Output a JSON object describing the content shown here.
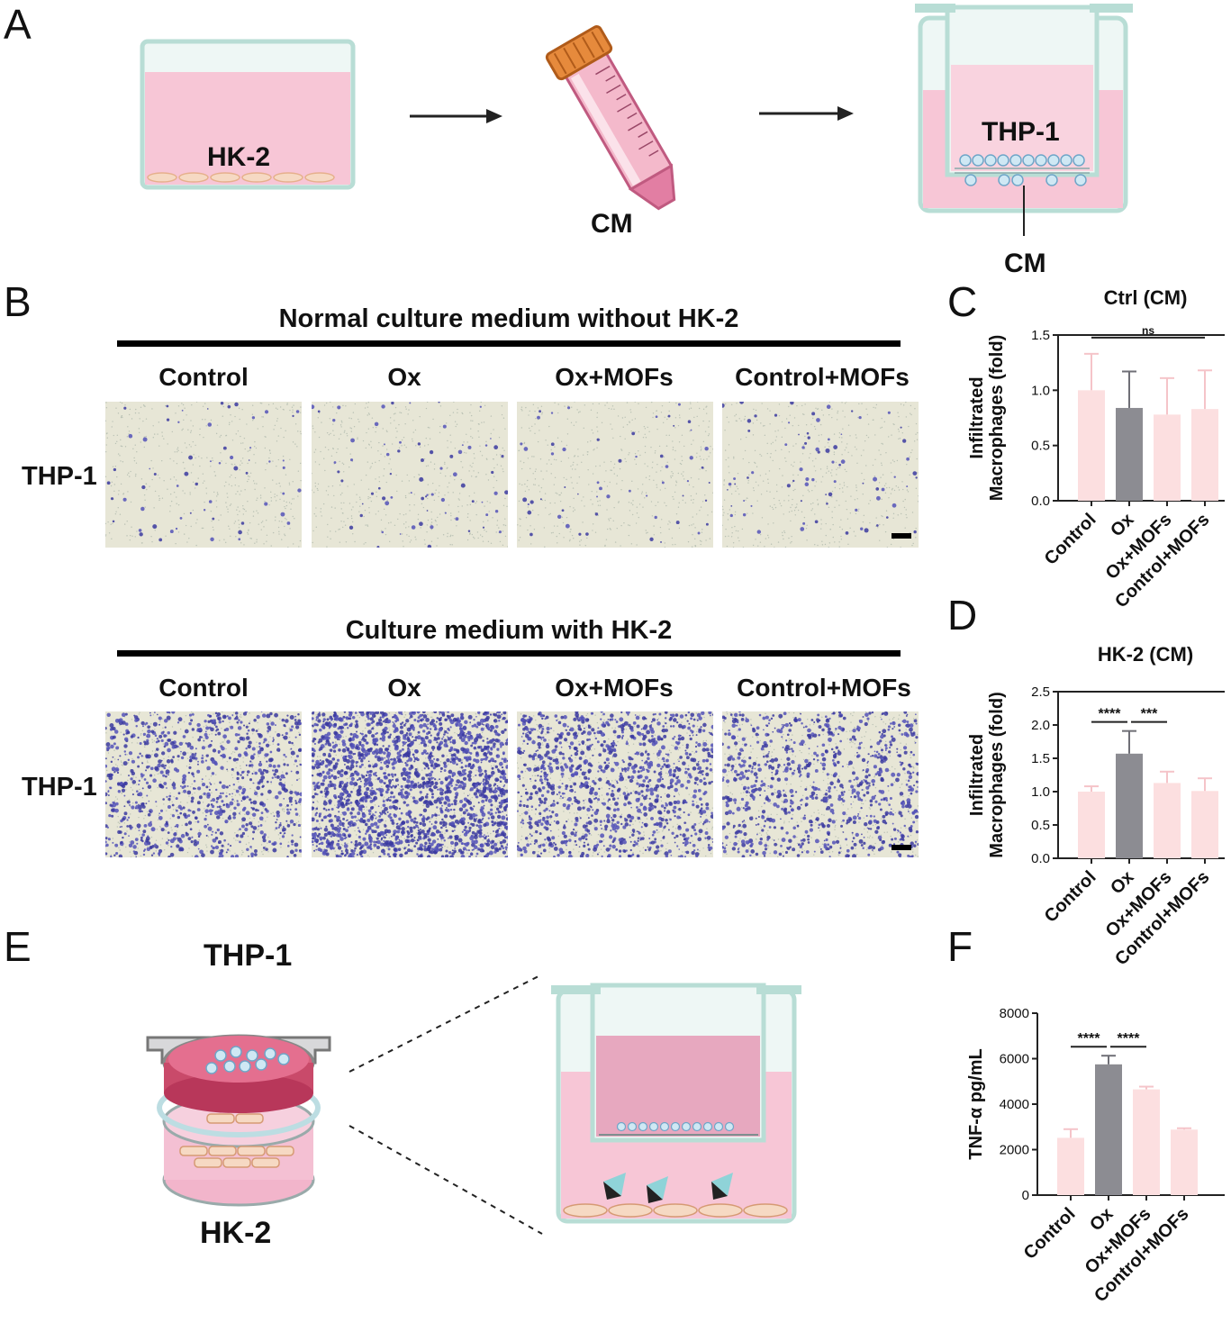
{
  "panels": {
    "a": "A",
    "b": "B",
    "c": "C",
    "d": "D",
    "e": "E",
    "f": "F"
  },
  "panel_a": {
    "dish_label": "HK-2",
    "tube_label": "CM",
    "insert_label": "THP-1",
    "chamber_label": "CM"
  },
  "panel_b": {
    "top_header": "Normal culture medium without HK-2",
    "bottom_header": "Culture medium with HK-2",
    "columns": [
      "Control",
      "Ox",
      "Ox+MOFs",
      "Control+MOFs"
    ],
    "row_label": "THP-1"
  },
  "panel_e": {
    "top_label": "THP-1",
    "bottom_label": "HK-2"
  },
  "colors": {
    "pink_bar": "#fcdfe0",
    "gray_bar": "#8c8c92",
    "media": "#f7c6d6",
    "stain": "#3b3aa0",
    "membrane": "#bfe3dc"
  },
  "chart_data": [
    {
      "type": "bar",
      "title": "Ctrl (CM)",
      "ylabel": "Infiltrated Macrophages (fold)",
      "ylabel_lines": [
        "Infiltrated",
        "Macrophages (fold)"
      ],
      "categories": [
        "Control",
        "Ox",
        "Ox+MOFs",
        "Control+MOFs"
      ],
      "values": [
        1.0,
        0.84,
        0.78,
        0.83
      ],
      "errors": [
        0.33,
        0.33,
        0.33,
        0.35
      ],
      "ylim": [
        0,
        1.5
      ],
      "yticks": [
        "0.0",
        "0.5",
        "1.0",
        "1.5"
      ],
      "significance": [
        {
          "from": 0,
          "to": 3,
          "label": "ns"
        }
      ]
    },
    {
      "type": "bar",
      "title": "HK-2 (CM)",
      "ylabel": "Infiltrated Macrophages (fold)",
      "ylabel_lines": [
        "Infiltrated",
        "Macrophages (fold)"
      ],
      "categories": [
        "Control",
        "Ox",
        "Ox+MOFs",
        "Control+MOFs"
      ],
      "values": [
        1.0,
        1.57,
        1.13,
        1.01
      ],
      "errors": [
        0.08,
        0.34,
        0.17,
        0.19
      ],
      "ylim": [
        0,
        2.5
      ],
      "yticks": [
        "0.0",
        "0.5",
        "1.0",
        "1.5",
        "2.0",
        "2.5"
      ],
      "significance": [
        {
          "from": 0,
          "to": 1,
          "label": "****"
        },
        {
          "from": 1,
          "to": 2,
          "label": "***"
        }
      ]
    },
    {
      "type": "bar",
      "title": "",
      "ylabel": "TNF-α pg/mL",
      "ylabel_lines": [
        "TNF-α pg/mL"
      ],
      "categories": [
        "Control",
        "Ox",
        "Ox+MOFs",
        "Control+MOFs"
      ],
      "values": [
        2520,
        5750,
        4650,
        2880
      ],
      "errors": [
        380,
        380,
        120,
        60
      ],
      "ylim": [
        0,
        8000
      ],
      "yticks": [
        "0",
        "2000",
        "4000",
        "6000",
        "8000"
      ],
      "significance": [
        {
          "from": 0,
          "to": 1,
          "label": "****"
        },
        {
          "from": 1,
          "to": 2,
          "label": "****"
        }
      ]
    }
  ]
}
